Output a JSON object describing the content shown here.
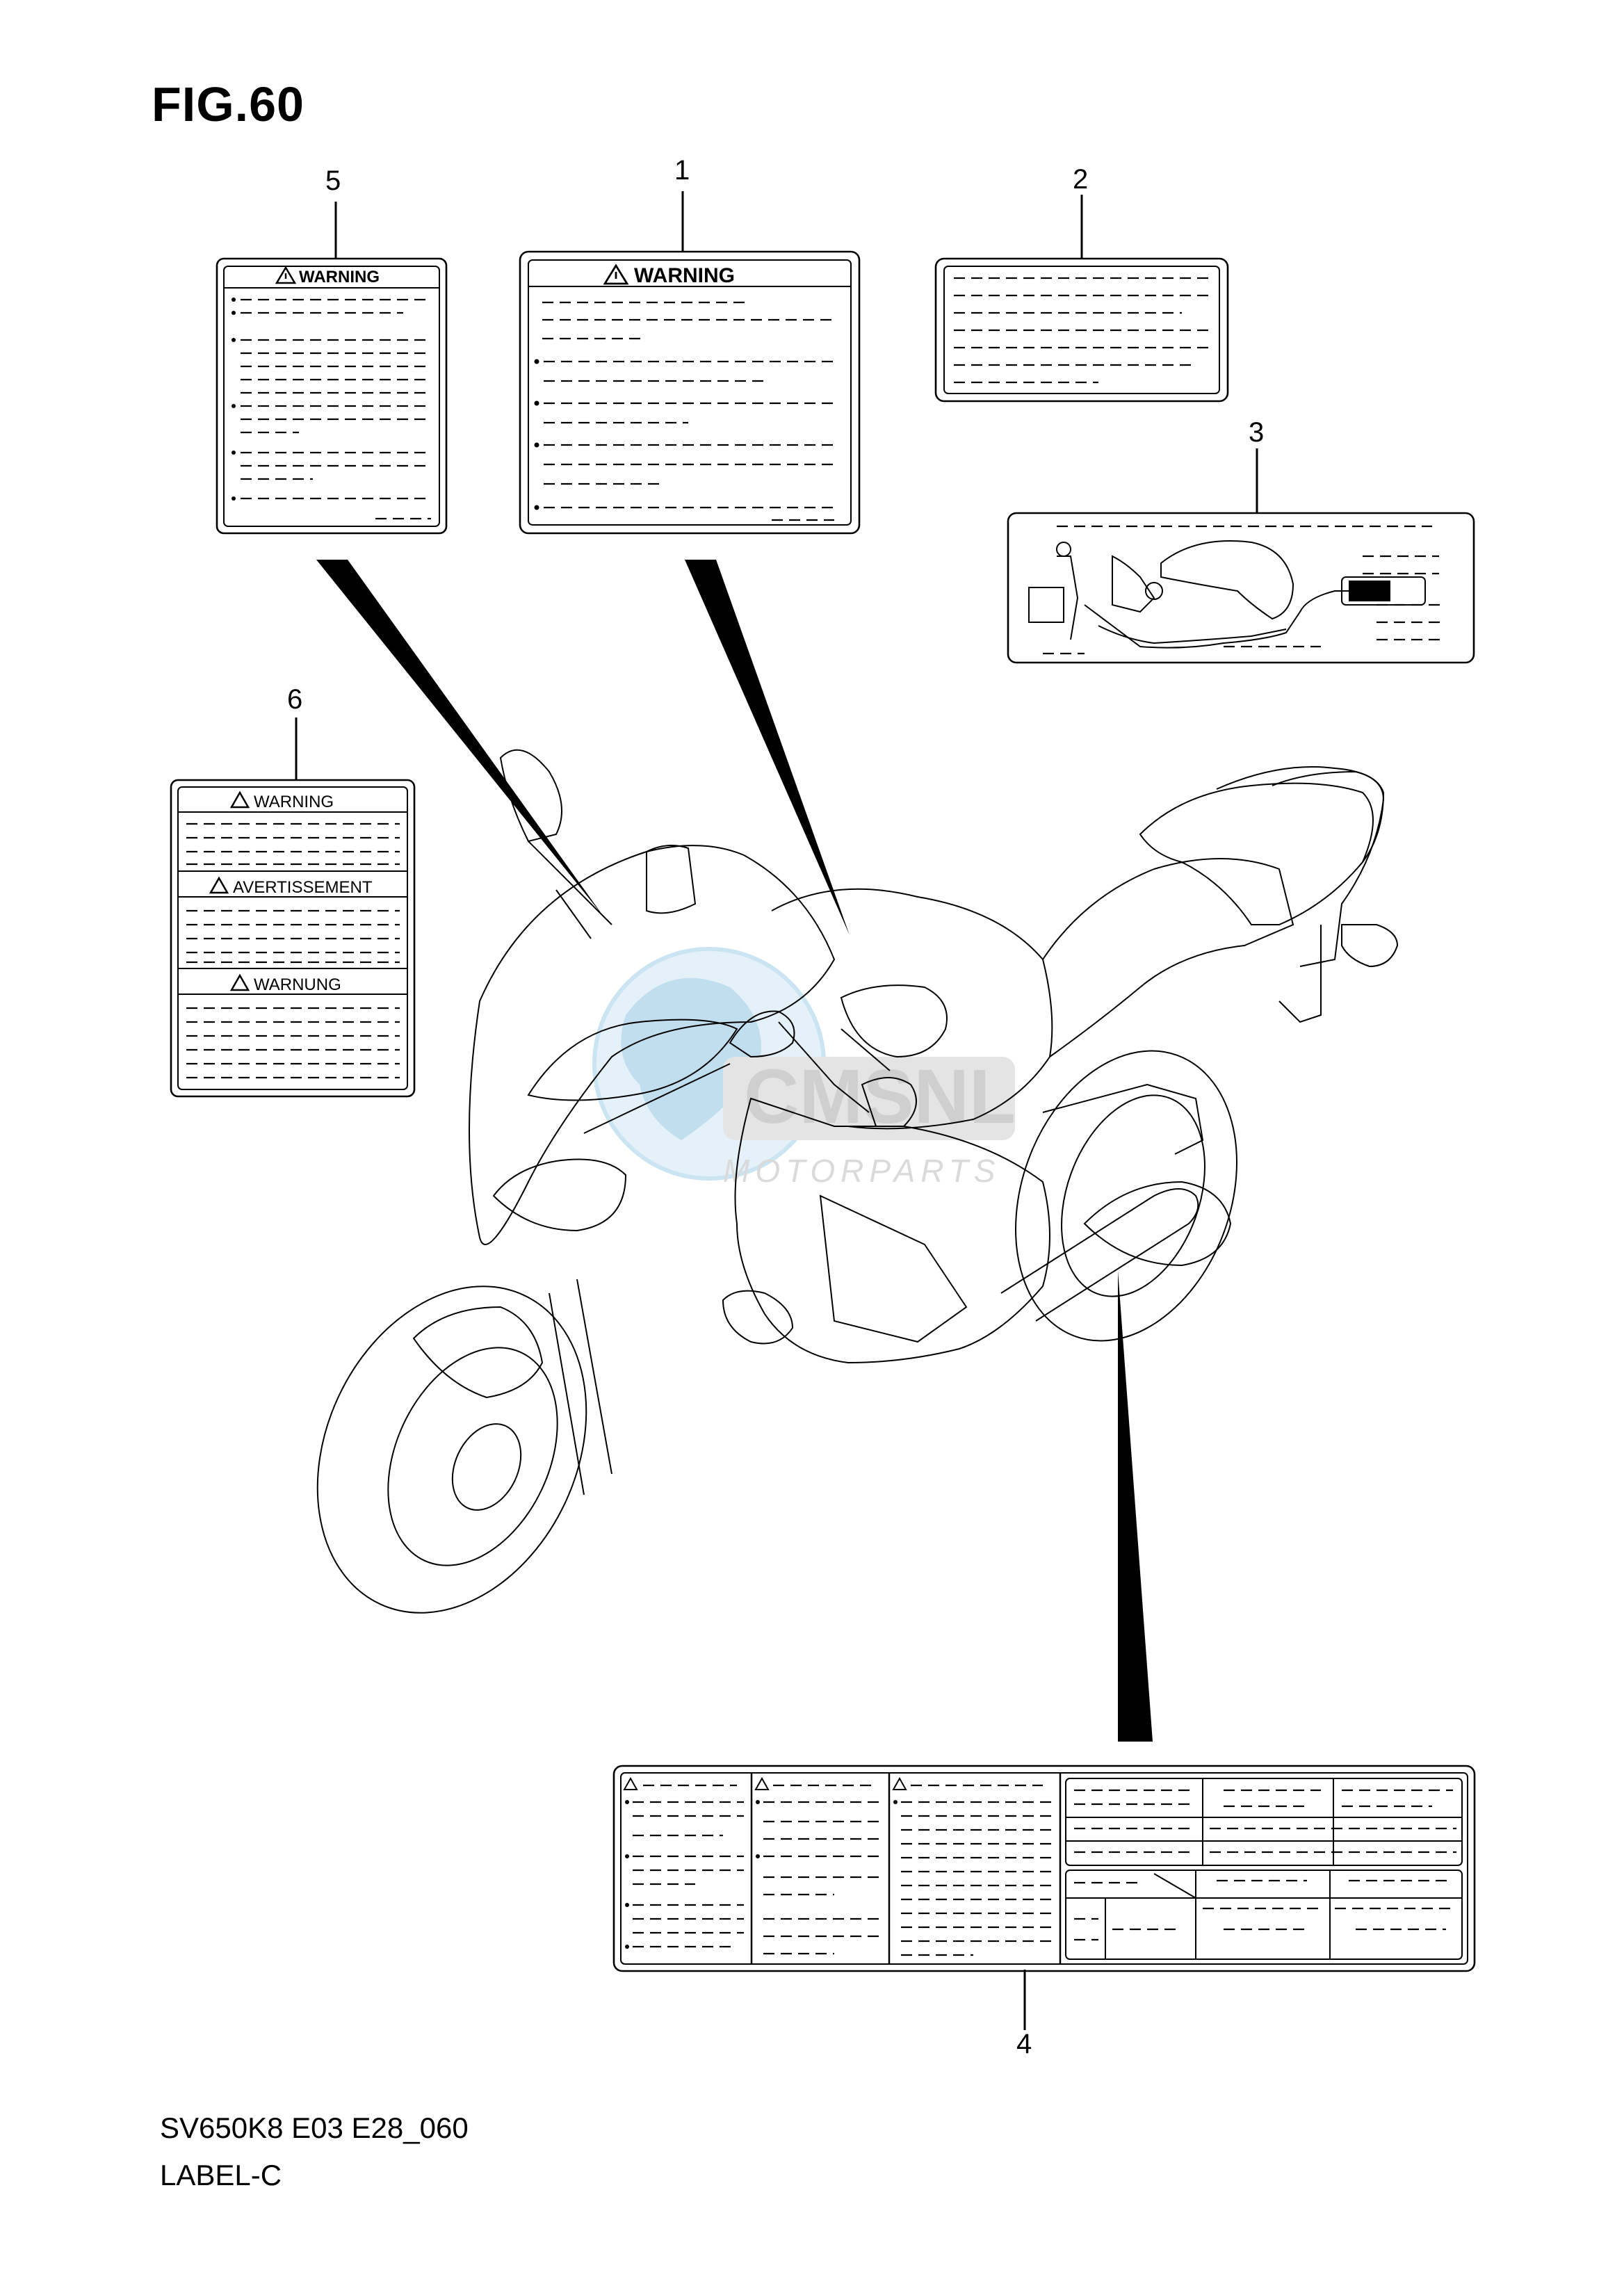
{
  "figure": {
    "title": "FIG.60",
    "model_code": "SV650K8 E03 E28_060",
    "section_name": "LABEL-C"
  },
  "callouts": [
    "1",
    "2",
    "3",
    "4",
    "5",
    "6"
  ],
  "labels": {
    "label1": {
      "heading": "WARNING"
    },
    "label5": {
      "heading": "WARNING"
    },
    "label6": {
      "headings": [
        "WARNING",
        "AVERTISSEMENT",
        "WARNUNG"
      ]
    }
  },
  "watermark": {
    "brand": "MOTORPARTS",
    "logo_text": "CMSNL"
  },
  "icons": [
    "warning-triangle-icon",
    "cmsnl-watermark-logo"
  ],
  "colors": {
    "line": "#000000",
    "watermark": "#9fcfe8",
    "background": "#ffffff"
  }
}
